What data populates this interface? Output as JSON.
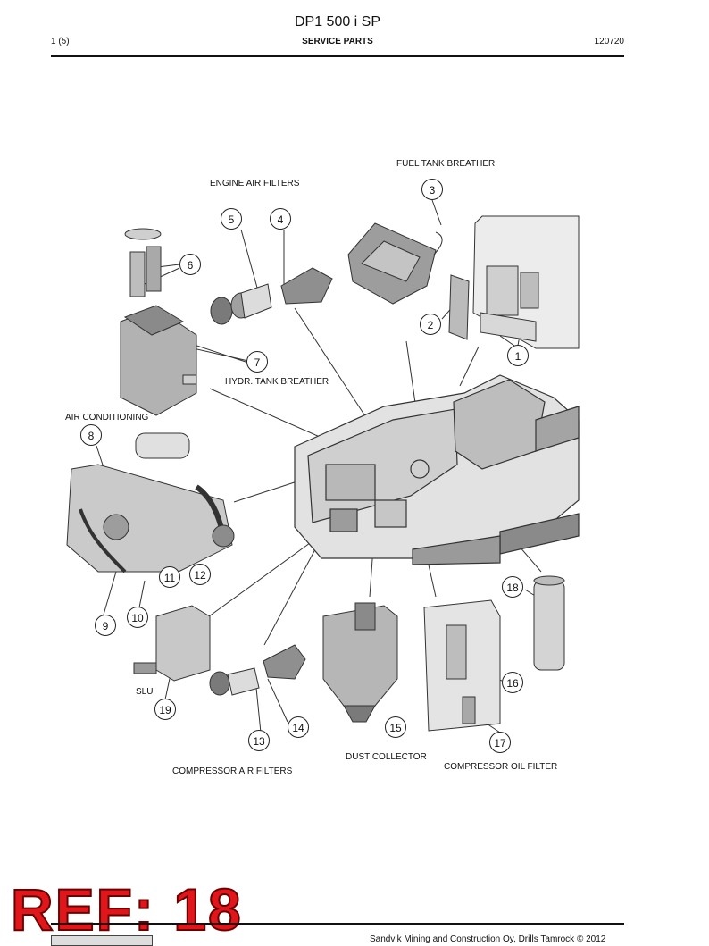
{
  "header": {
    "title": "DP1 500 i SP",
    "page": "1 (5)",
    "section": "SERVICE PARTS",
    "date": "120720"
  },
  "labels": {
    "fuel_tank_breather": "FUEL TANK BREATHER",
    "engine_air_filters": "ENGINE AIR FILTERS",
    "hydr_tank_breather": "HYDR. TANK BREATHER",
    "air_conditioning": "AIR CONDITIONING",
    "slu": "SLU",
    "dust_collector": "DUST COLLECTOR",
    "compressor_oil_filter": "COMPRESSOR OIL FILTER",
    "compressor_air_filters": "COMPRESSOR AIR FILTERS"
  },
  "callouts": {
    "c1": "1",
    "c2": "2",
    "c3": "3",
    "c4": "4",
    "c5": "5",
    "c6": "6",
    "c7": "7",
    "c8": "8",
    "c9": "9",
    "c10": "10",
    "c11": "11",
    "c12": "12",
    "c13": "13",
    "c14": "14",
    "c15": "15",
    "c16": "16",
    "c17": "17",
    "c18": "18",
    "c19": "19"
  },
  "stamp": "REF: 18",
  "footer": {
    "copyright": "Sandvik Mining and Construction Oy, Drills Tamrock © 2012"
  },
  "colors": {
    "stamp_red": "#e0161b",
    "line_art": "#333333",
    "fill_light": "#d9d9d9",
    "fill_mid": "#a8a8a8",
    "fill_dark": "#6e6e6e"
  }
}
